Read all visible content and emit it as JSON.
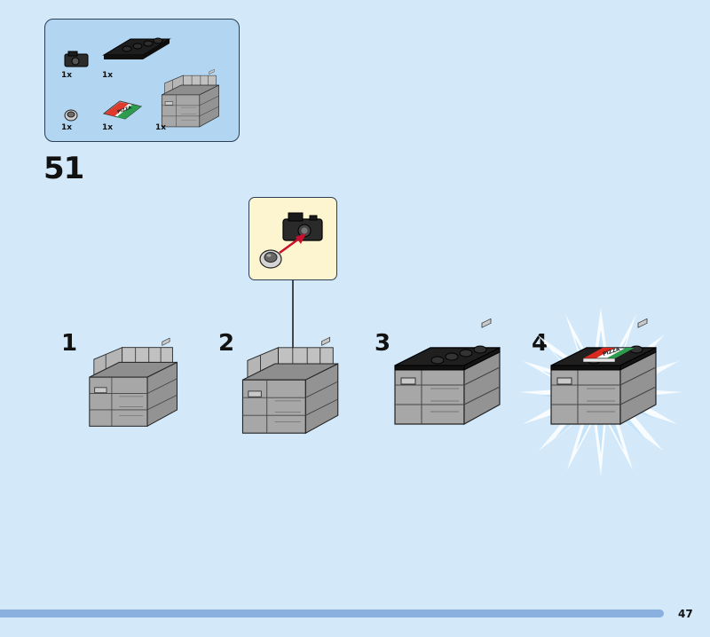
{
  "parts_box": {
    "items": [
      {
        "icon": "camera-icon",
        "qty": "1x"
      },
      {
        "icon": "black-plate-icon",
        "qty": "1x"
      },
      {
        "icon": "lens-piece-icon",
        "qty": "1x"
      },
      {
        "icon": "pizza-tile-icon",
        "qty": "1x",
        "print": "PIZZA"
      },
      {
        "icon": "crate-icon",
        "qty": "1x"
      }
    ]
  },
  "step": {
    "number": "51"
  },
  "callout": {
    "icons": [
      "camera-icon",
      "lens-piece-icon",
      "arrow-icon"
    ]
  },
  "substeps": [
    {
      "label": "1",
      "icon": "crate-icon"
    },
    {
      "label": "2",
      "icon": "crate-with-camera-icon"
    },
    {
      "label": "3",
      "icon": "crate-with-plate-icon"
    },
    {
      "label": "4",
      "icon": "crate-with-pizza-icon"
    }
  ],
  "pizza_print": "PIZZA",
  "footer": {
    "page_number": "47"
  },
  "colors": {
    "background": "#d3e9fa",
    "parts_box": "#b2d6f2",
    "callout": "#fdf5cf",
    "crate_gray": "#a3a3a3",
    "plate_black": "#1e1e1e",
    "footer_bar": "#8ab0e0"
  }
}
